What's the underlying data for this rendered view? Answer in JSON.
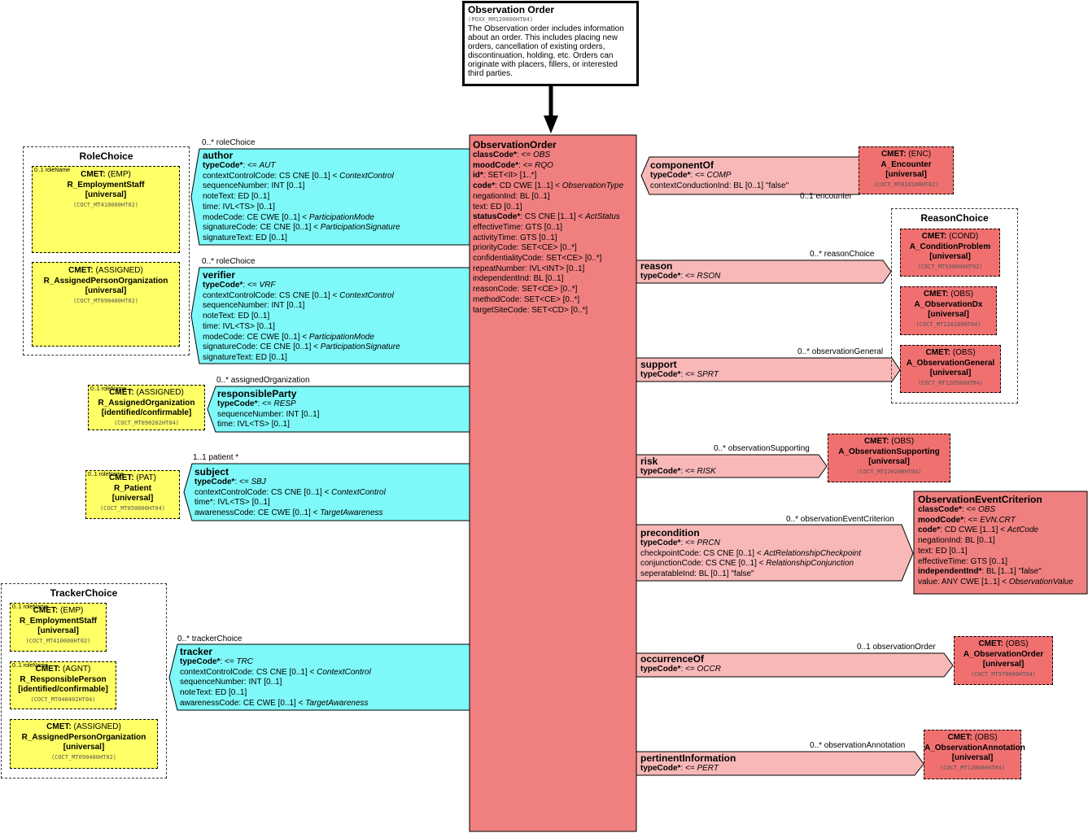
{
  "note": {
    "title": "Observation Order",
    "code": "(POXX_RM120000HT04)",
    "description": "The Observation order includes information about an order.  This includes placing new orders, cancellation of existing orders, discontinuation, holding, etc.  Orders can originate with placers, fillers, or interested third parties."
  },
  "colors": {
    "cyan": "#7ef8f8",
    "salmon": "#f08080",
    "pink": "#f8b8b8",
    "yellow": "#ffff66",
    "cmetRed": "#f07070"
  },
  "central": {
    "title": "ObservationOrder",
    "lines": [
      [
        {
          "t": "classCode*",
          "b": true
        },
        {
          "t": ": <= "
        },
        {
          "t": "OBS",
          "i": true
        }
      ],
      [
        {
          "t": "moodCode*",
          "b": true
        },
        {
          "t": ": <= "
        },
        {
          "t": "RQO",
          "i": true
        }
      ],
      [
        {
          "t": "id*",
          "b": true
        },
        {
          "t": ": SET<II> [1..*]"
        }
      ],
      [
        {
          "t": "code*",
          "b": true
        },
        {
          "t": ": CD CWE [1..1] < "
        },
        {
          "t": "ObservationType",
          "i": true
        }
      ],
      [
        {
          "t": "negationInd: BL [0..1]"
        }
      ],
      [
        {
          "t": "text: ED [0..1]"
        }
      ],
      [
        {
          "t": "statusCode*",
          "b": true
        },
        {
          "t": ": CS CNE [1..1] < "
        },
        {
          "t": "ActStatus",
          "i": true
        }
      ],
      [
        {
          "t": "effectiveTime: GTS [0..1]"
        }
      ],
      [
        {
          "t": "activityTime: GTS [0..1]"
        }
      ],
      [
        {
          "t": "priorityCode: SET<CE> [0..*]"
        }
      ],
      [
        {
          "t": "confidentialityCode: SET<CE> [0..*]"
        }
      ],
      [
        {
          "t": "repeatNumber: IVL<INT> [0..1]"
        }
      ],
      [
        {
          "t": "independentInd: BL [0..1]"
        }
      ],
      [
        {
          "t": "reasonCode: SET<CE> [0..*]"
        }
      ],
      [
        {
          "t": "methodCode: SET<CE> [0..*]"
        }
      ],
      [
        {
          "t": "targetSiteCode: SET<CD> [0..*]"
        }
      ]
    ]
  },
  "left_participations": [
    {
      "title": "author",
      "label": "0..* roleChoice",
      "lines": [
        [
          {
            "t": "typeCode*",
            "b": true
          },
          {
            "t": ": <= "
          },
          {
            "t": "AUT",
            "i": true
          }
        ],
        [
          {
            "t": "contextControlCode: CS CNE [0..1] < "
          },
          {
            "t": "ContextControl",
            "i": true
          }
        ],
        [
          {
            "t": "sequenceNumber: INT [0..1]"
          }
        ],
        [
          {
            "t": "noteText: ED [0..1]"
          }
        ],
        [
          {
            "t": "time: IVL<TS> [0..1]"
          }
        ],
        [
          {
            "t": "modeCode: CE CWE [0..1] < "
          },
          {
            "t": "ParticipationMode",
            "i": true
          }
        ],
        [
          {
            "t": "signatureCode: CE CNE [0..1] < "
          },
          {
            "t": "ParticipationSignature",
            "i": true
          }
        ],
        [
          {
            "t": "signatureText: ED [0..1]"
          }
        ]
      ]
    },
    {
      "title": "verifier",
      "label": "0..* roleChoice",
      "lines": [
        [
          {
            "t": "typeCode*",
            "b": true
          },
          {
            "t": ": <= "
          },
          {
            "t": "VRF",
            "i": true
          }
        ],
        [
          {
            "t": "contextControlCode: CS CNE [0..1] < "
          },
          {
            "t": "ContextControl",
            "i": true
          }
        ],
        [
          {
            "t": "sequenceNumber: INT [0..1]"
          }
        ],
        [
          {
            "t": "noteText: ED [0..1]"
          }
        ],
        [
          {
            "t": "time: IVL<TS> [0..1]"
          }
        ],
        [
          {
            "t": "modeCode: CE CWE [0..1] < "
          },
          {
            "t": "ParticipationMode",
            "i": true
          }
        ],
        [
          {
            "t": "signatureCode: CE CNE [0..1] < "
          },
          {
            "t": "ParticipationSignature",
            "i": true
          }
        ],
        [
          {
            "t": "signatureText: ED [0..1]"
          }
        ]
      ]
    },
    {
      "title": "responsibleParty",
      "label": "0..* assignedOrganization",
      "lines": [
        [
          {
            "t": "typeCode*",
            "b": true
          },
          {
            "t": ": <= "
          },
          {
            "t": "RESP",
            "i": true
          }
        ],
        [
          {
            "t": "sequenceNumber: INT [0..1]"
          }
        ],
        [
          {
            "t": "time: IVL<TS> [0..1]"
          }
        ]
      ]
    },
    {
      "title": "subject",
      "label": "1..1 patient  *",
      "lines": [
        [
          {
            "t": "typeCode*",
            "b": true
          },
          {
            "t": ": <= "
          },
          {
            "t": "SBJ",
            "i": true
          }
        ],
        [
          {
            "t": "contextControlCode: CS CNE [0..1] < "
          },
          {
            "t": "ContextControl",
            "i": true
          }
        ],
        [
          {
            "t": "time*: IVL<TS> [0..1]"
          }
        ],
        [
          {
            "t": "awarenessCode: CE CWE [0..1] < "
          },
          {
            "t": "TargetAwareness",
            "i": true
          }
        ]
      ]
    },
    {
      "title": "tracker",
      "label": "0..* trackerChoice",
      "lines": [
        [
          {
            "t": "typeCode*",
            "b": true
          },
          {
            "t": ": <= "
          },
          {
            "t": "TRC",
            "i": true
          }
        ],
        [
          {
            "t": "contextControlCode: CS CNE [0..1] < "
          },
          {
            "t": "ContextControl",
            "i": true
          }
        ],
        [
          {
            "t": "sequenceNumber: INT [0..1]"
          }
        ],
        [
          {
            "t": "noteText: ED [0..1]"
          }
        ],
        [
          {
            "t": "awarenessCode: CE CWE [0..1] < "
          },
          {
            "t": "TargetAwareness",
            "i": true
          }
        ]
      ]
    }
  ],
  "right_relationships": [
    {
      "title": "componentOf",
      "label": "0..1 encounter",
      "lines": [
        [
          {
            "t": "typeCode*",
            "b": true
          },
          {
            "t": ": <= "
          },
          {
            "t": "COMP",
            "i": true
          }
        ],
        [
          {
            "t": "contextConductionInd: BL [0..1] \"false\""
          }
        ]
      ]
    },
    {
      "title": "reason",
      "label": "0..* reasonChoice",
      "lines": [
        [
          {
            "t": "typeCode*",
            "b": true
          },
          {
            "t": ": <= "
          },
          {
            "t": "RSON",
            "i": true
          }
        ]
      ]
    },
    {
      "title": "support",
      "label": "0..* observationGeneral",
      "lines": [
        [
          {
            "t": "typeCode*",
            "b": true
          },
          {
            "t": ": <= "
          },
          {
            "t": "SPRT",
            "i": true
          }
        ]
      ]
    },
    {
      "title": "risk",
      "label": "0..* observationSupporting",
      "lines": [
        [
          {
            "t": "typeCode*",
            "b": true
          },
          {
            "t": ": <= "
          },
          {
            "t": "RISK",
            "i": true
          }
        ]
      ]
    },
    {
      "title": "precondition",
      "label": "0..* observationEventCriterion",
      "lines": [
        [
          {
            "t": "typeCode*",
            "b": true
          },
          {
            "t": ": <= "
          },
          {
            "t": "PRCN",
            "i": true
          }
        ],
        [
          {
            "t": "checkpointCode: CS CNE [0..1] < "
          },
          {
            "t": "ActRelationshipCheckpoint",
            "i": true
          }
        ],
        [
          {
            "t": "conjunctionCode: CS CNE [0..1] < "
          },
          {
            "t": "RelationshipConjunction",
            "i": true
          }
        ],
        [
          {
            "t": "seperatableInd: BL [0..1] \"false\""
          }
        ]
      ]
    },
    {
      "title": "occurrenceOf",
      "label": "0..1 observationOrder",
      "lines": [
        [
          {
            "t": "typeCode*",
            "b": true
          },
          {
            "t": ": <= "
          },
          {
            "t": "OCCR",
            "i": true
          }
        ]
      ]
    },
    {
      "title": "pertinentInformation",
      "label": "0..* observationAnnotation",
      "lines": [
        [
          {
            "t": "typeCode*",
            "b": true
          },
          {
            "t": ": <= "
          },
          {
            "t": "PERT",
            "i": true
          }
        ]
      ]
    }
  ],
  "criterion": {
    "title": "ObservationEventCriterion",
    "lines": [
      [
        {
          "t": "classCode*",
          "b": true
        },
        {
          "t": ": <= "
        },
        {
          "t": "OBS",
          "i": true
        }
      ],
      [
        {
          "t": "moodCode*",
          "b": true
        },
        {
          "t": ": <= "
        },
        {
          "t": "EVN.CRT",
          "i": true
        }
      ],
      [
        {
          "t": "code*",
          "b": true
        },
        {
          "t": ": CD CWE [1..1] < "
        },
        {
          "t": "ActCode",
          "i": true
        }
      ],
      [
        {
          "t": "negationInd: BL [0..1]"
        }
      ],
      [
        {
          "t": "text: ED [0..1]"
        }
      ],
      [
        {
          "t": "effectiveTime: GTS [0..1]"
        }
      ],
      [
        {
          "t": "independentInd*",
          "b": true
        },
        {
          "t": ": BL [1..1] \"false\""
        }
      ],
      [
        {
          "t": "value: ANY CWE [1..1] < "
        },
        {
          "t": "ObservationValue",
          "i": true
        }
      ]
    ]
  },
  "choices": [
    {
      "title": "RoleChoice"
    },
    {
      "title": "ReasonChoice"
    },
    {
      "title": "TrackerChoice"
    }
  ],
  "cmets": [
    {
      "kind": "(EMP)",
      "name": "R_EmploymentStaff",
      "scope": "[universal]",
      "code": "(COCT_MT410000HT02)",
      "rolename": "0..1 roleName"
    },
    {
      "kind": "(ASSIGNED)",
      "name": "R_AssignedPersonOrganization",
      "scope": "[universal]",
      "code": "(COCT_MT090400HT02)",
      "rolename": ""
    },
    {
      "kind": "(ASSIGNED)",
      "name": "R_AssignedOrganization",
      "scope": "[identified/confirmable]",
      "code": "(COCT_MT090202HT04)",
      "rolename": "0..1 roleName"
    },
    {
      "kind": "(PAT)",
      "name": "R_Patient",
      "scope": "[universal]",
      "code": "(COCT_MT050000HT04)",
      "rolename": "0..1 roleName"
    },
    {
      "kind": "(EMP)",
      "name": "R_EmploymentStaff",
      "scope": "[universal]",
      "code": "(COCT_MT410000HT02)",
      "rolename": "0..1 roleName"
    },
    {
      "kind": "(AGNT)",
      "name": "R_ResponsiblePerson",
      "scope": "[identified/confirmable]",
      "code": "(COCT_MT040402HT04)",
      "rolename": "0..1 roleName"
    },
    {
      "kind": "(ASSIGNED)",
      "name": "R_AssignedPersonOrganization",
      "scope": "[universal]",
      "code": "(COCT_MT090400HT02)",
      "rolename": ""
    },
    {
      "kind": "(ENC)",
      "name": "A_Encounter",
      "scope": "[universal]",
      "code": "(COCT_MT010100HT02)",
      "rolename": ""
    },
    {
      "kind": "(COND)",
      "name": "A_ConditionProblem",
      "scope": "[universal]",
      "code": "(COCT_MT930000HT02)",
      "rolename": ""
    },
    {
      "kind": "(OBS)",
      "name": "A_ObservationDx",
      "scope": "[universal]",
      "code": "(COCT_MT120100HT04)",
      "rolename": ""
    },
    {
      "kind": "(OBS)",
      "name": "A_ObservationGeneral",
      "scope": "[universal]",
      "code": "(COCT_MT120500HT04)",
      "rolename": ""
    },
    {
      "kind": "(OBS)",
      "name": "A_ObservationSupporting",
      "scope": "[universal]",
      "code": "(COCT_MT120200HT04)",
      "rolename": ""
    },
    {
      "kind": "(OBS)",
      "name": "A_ObservationOrder",
      "scope": "[universal]",
      "code": "(COCT_MT970000HT04)",
      "rolename": ""
    },
    {
      "kind": "(OBS)",
      "name": "A_ObservationAnnotation",
      "scope": "[universal]",
      "code": "(COCT_MT120400HT04)",
      "rolename": ""
    }
  ],
  "cmet_prefix": "CMET:"
}
